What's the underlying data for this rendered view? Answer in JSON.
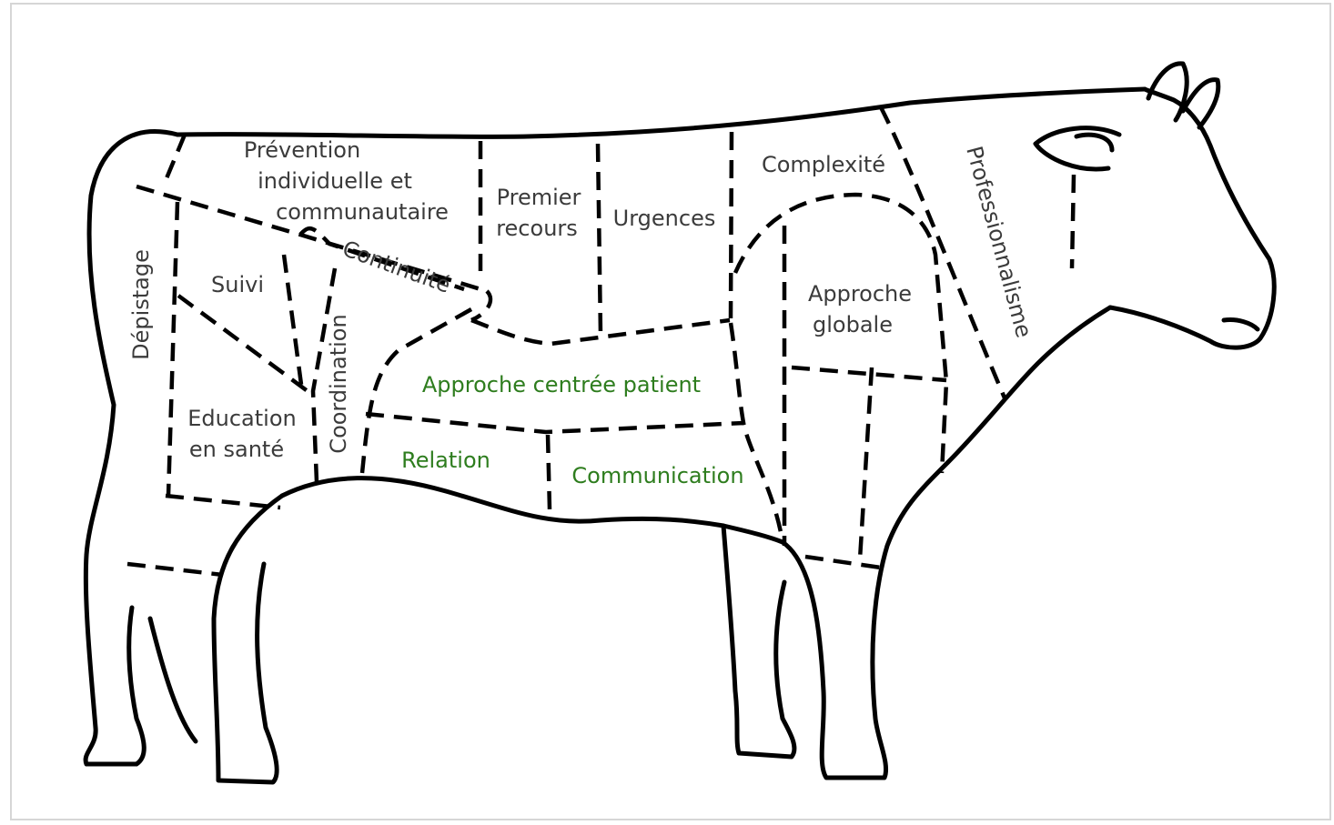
{
  "colors": {
    "label_default": "#3b3b3b",
    "label_highlight": "#2e7d1e",
    "outline": "#000000"
  },
  "regions": {
    "prevention": [
      "Prévention",
      "individuelle et",
      "communautaire"
    ],
    "premier_recours": [
      "Premier",
      "recours"
    ],
    "urgences": "Urgences",
    "complexite": "Complexité",
    "professionnalisme": "Professionnalisme",
    "continuite": "Continuité",
    "depistage": "Dépistage",
    "suivi": "Suivi",
    "coordination": "Coordination",
    "approche_globale": [
      "Approche",
      "globale"
    ],
    "approche_centree": "Approche centrée patient",
    "education": [
      "Education",
      "en santé"
    ],
    "relation": "Relation",
    "communication": "Communication"
  }
}
